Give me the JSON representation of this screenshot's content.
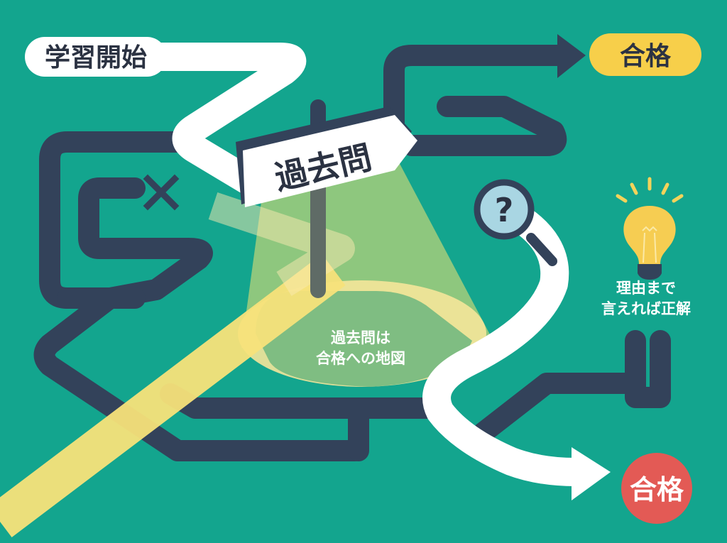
{
  "title": "過去問は合格への地図",
  "labels": {
    "start": "学習開始",
    "goal_top": "合格",
    "goal_bottom": "合格",
    "signpost": "過去問",
    "map_caption_line1": "過去問は",
    "map_caption_line2": "合格への地図",
    "tip_line1": "理由まで",
    "tip_line2": "言えれば正解"
  },
  "icons": {
    "wrong_mark": "×",
    "question_mark": "?"
  },
  "colors": {
    "background": "#13a58e",
    "maze_path": "#33425a",
    "correct_path": "#ffffff",
    "spotlight_path": "#f7e27a",
    "goal_yellow": "#f7cf4a",
    "goal_red": "#e35a55",
    "text_dark": "#2b3242",
    "spotlight_green": "#8cc47e"
  }
}
